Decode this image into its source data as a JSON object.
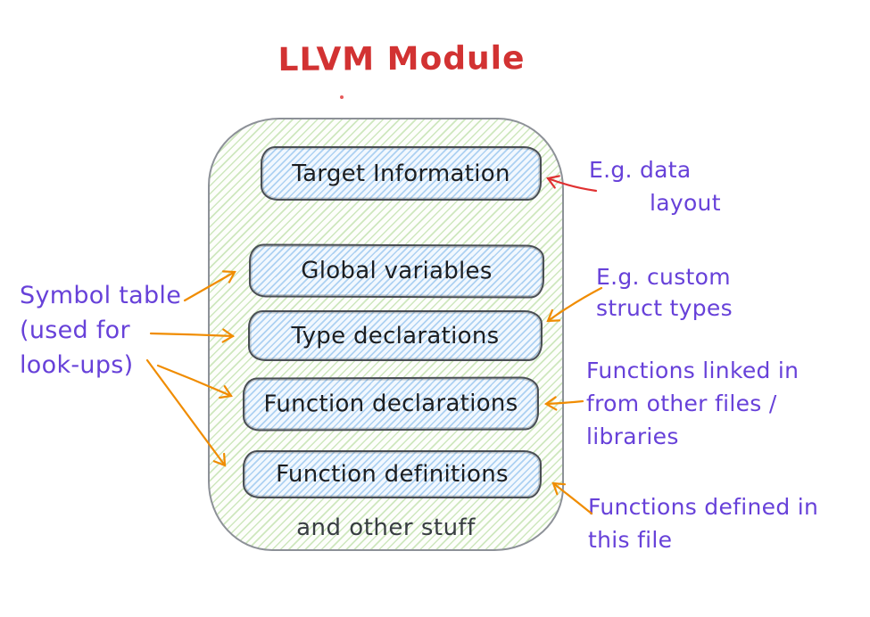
{
  "colors": {
    "title-red": "#d23232",
    "purple": "#6741d9",
    "orange": "#f08c00",
    "arrow-red": "#e03131",
    "box-border": "#4a4e54",
    "box-text": "#1c1e21",
    "container-border": "#8d9198",
    "footer-text": "#383d42"
  },
  "title": "LLVM Module",
  "module": {
    "boxes": [
      {
        "label": "Target Information"
      },
      {
        "label": "Global variables"
      },
      {
        "label": "Type declarations"
      },
      {
        "label": "Function declarations"
      },
      {
        "label": "Function definitions"
      }
    ],
    "footer": "and other stuff"
  },
  "annotations": {
    "symbol_table": {
      "lines": [
        "Symbol table",
        "(used for",
        "look-ups)"
      ]
    },
    "data_layout": {
      "lines": [
        "E.g. data",
        "layout"
      ]
    },
    "custom_struct": {
      "lines": [
        "E.g. custom",
        "struct types"
      ]
    },
    "functions_linked": {
      "lines": [
        "Functions linked in",
        "from other files /",
        "libraries"
      ]
    },
    "functions_defined": {
      "lines": [
        "Functions defined in",
        "this file"
      ]
    }
  }
}
